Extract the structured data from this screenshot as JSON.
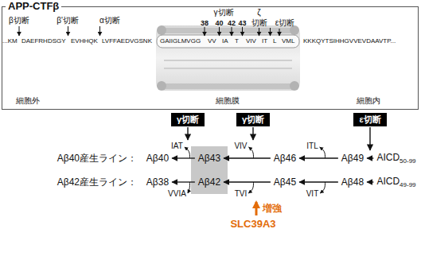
{
  "diagram": {
    "nodes": [
      {
        "text": [
          "APP-CTFβ"
        ]
      },
      {
        "text": [
          "γ切断"
        ]
      },
      {
        "text": [
          "γ切断"
        ]
      },
      {
        "text": [
          "ε切断"
        ]
      },
      {
        "text": [
          "Aβ40"
        ]
      },
      {
        "text": [
          "Aβ43"
        ]
      },
      {
        "text": [
          "Aβ46"
        ]
      },
      {
        "text": [
          "Aβ49"
        ]
      },
      {
        "text": [
          "AICD50-99"
        ]
      },
      {
        "text": [
          "Aβ38"
        ]
      },
      {
        "text": [
          "Aβ42"
        ]
      },
      {
        "text": [
          "Aβ45"
        ]
      },
      {
        "text": [
          "Aβ48"
        ]
      },
      {
        "text": [
          "AICD49-99"
        ]
      }
    ],
    "edges": [
      {
        "from": 8,
        "to": 7,
        "arrow": "to"
      },
      {
        "from": 7,
        "to": 6,
        "arrow": "to",
        "label": "ITL"
      },
      {
        "from": 6,
        "to": 5,
        "arrow": "to",
        "label": "VIV"
      },
      {
        "from": 5,
        "to": 4,
        "arrow": "to",
        "label": "IAT"
      },
      {
        "from": 13,
        "to": 12,
        "arrow": "to"
      },
      {
        "from": 12,
        "to": 11,
        "arrow": "to",
        "label": "VIT"
      },
      {
        "from": 11,
        "to": 10,
        "arrow": "to",
        "label": "TVI"
      },
      {
        "from": 10,
        "to": 9,
        "arrow": "to",
        "label": "VVIA"
      }
    ],
    "labels": [
      "...KM",
      "DAEFRHDSGY",
      "EVHHQK",
      "LVFFAEDVGSNK",
      "GAIIGLMVGG",
      "VV",
      "IA",
      "T",
      "VIV",
      "IT",
      "L",
      "VML",
      "KKKQYTSIHHGVVEVDAAVTP...",
      "β切断",
      "β'切断",
      "α切断",
      "γ切断",
      "38",
      "40",
      "42",
      "43",
      "ζ",
      "切断",
      "ε切断",
      "細胞外",
      "細胞膜",
      "細胞内",
      "Aβ40産生ライン：",
      "Aβ42産生ライン：",
      "増強",
      "SLC39A3"
    ]
  }
}
